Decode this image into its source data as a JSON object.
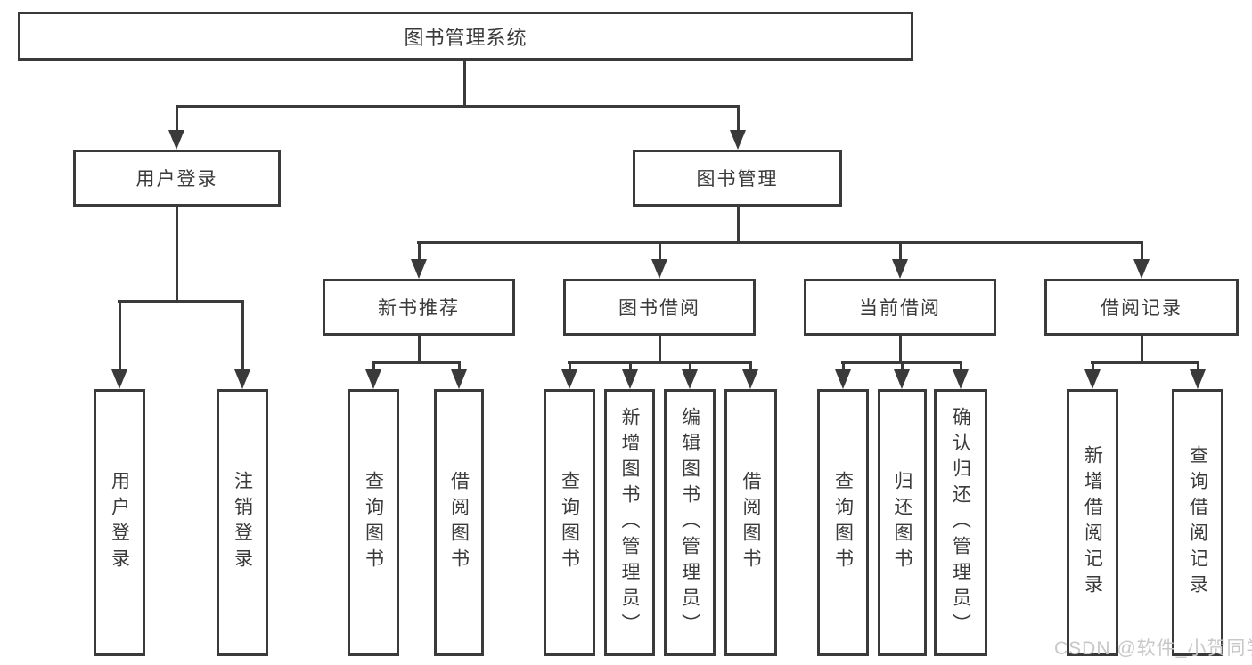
{
  "colors": {
    "line": "#3a3a3a",
    "box_border": "#3a3a3a",
    "box_fill": "#ffffff",
    "text": "#3a3a3a",
    "watermark": "#c8c8c8",
    "background": "#ffffff"
  },
  "icons": {
    "arrowhead": "arrow-down-icon"
  },
  "diagram": {
    "root": "图书管理系统",
    "level1": {
      "user_login": "用户登录",
      "book_management": "图书管理"
    },
    "level2": {
      "new_book_recommend": "新书推荐",
      "book_borrow": "图书借阅",
      "current_borrow": "当前借阅",
      "borrow_records": "借阅记录"
    },
    "leaves": {
      "user_login": [
        "用户登录",
        "注销登录"
      ],
      "new_book_recommend": [
        "查询图书",
        "借阅图书"
      ],
      "book_borrow": [
        "查询图书",
        "新增图书（管理员）",
        "编辑图书（管理员）",
        "借阅图书"
      ],
      "current_borrow": [
        "查询图书",
        "归还图书",
        "确认归还（管理员）"
      ],
      "borrow_records": [
        "新增借阅记录",
        "查询借阅记录"
      ]
    }
  },
  "watermark": {
    "text": "CSDN @软件_小贺同学"
  }
}
